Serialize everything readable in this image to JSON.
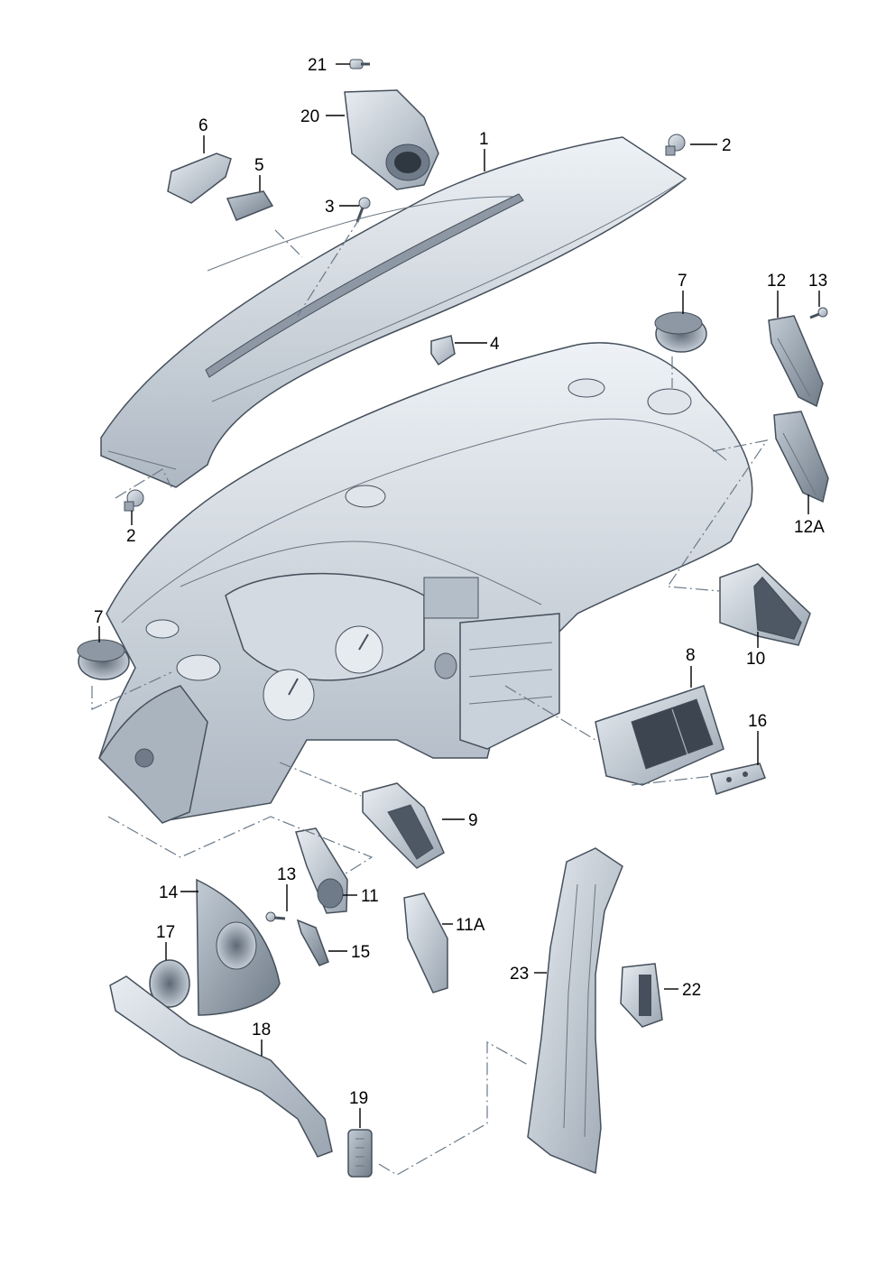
{
  "colors": {
    "part_light": "#e4e9ef",
    "part_mid": "#c9d1da",
    "part_dark": "#a8b2bd",
    "part_deep": "#7c8895",
    "outline": "#46505c",
    "label": "#000000"
  },
  "callouts": {
    "c1": "1",
    "c2a": "2",
    "c2b": "2",
    "c3": "3",
    "c4": "4",
    "c5": "5",
    "c6": "6",
    "c7a": "7",
    "c7b": "7",
    "c8": "8",
    "c9": "9",
    "c10": "10",
    "c11": "11",
    "c11a": "11A",
    "c12": "12",
    "c12a": "12A",
    "c13a": "13",
    "c13b": "13",
    "c14": "14",
    "c15": "15",
    "c16": "16",
    "c17": "17",
    "c18": "18",
    "c19": "19",
    "c20": "20",
    "c21": "21",
    "c22": "22",
    "c23": "23"
  }
}
